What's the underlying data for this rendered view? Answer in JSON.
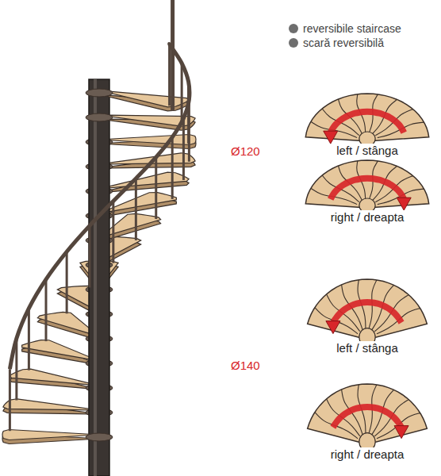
{
  "diagram": {
    "labels": [
      "Ø120",
      "left / stânga",
      "right / dreapta",
      "Ø140",
      "left / stânga",
      "right / dreapta"
    ],
    "legend": [
      {
        "text": "reversibile staircase",
        "color": "#6e6e6e"
      },
      {
        "text": "scară reversibilă",
        "color": "#6e6e6e"
      }
    ]
  }
}
